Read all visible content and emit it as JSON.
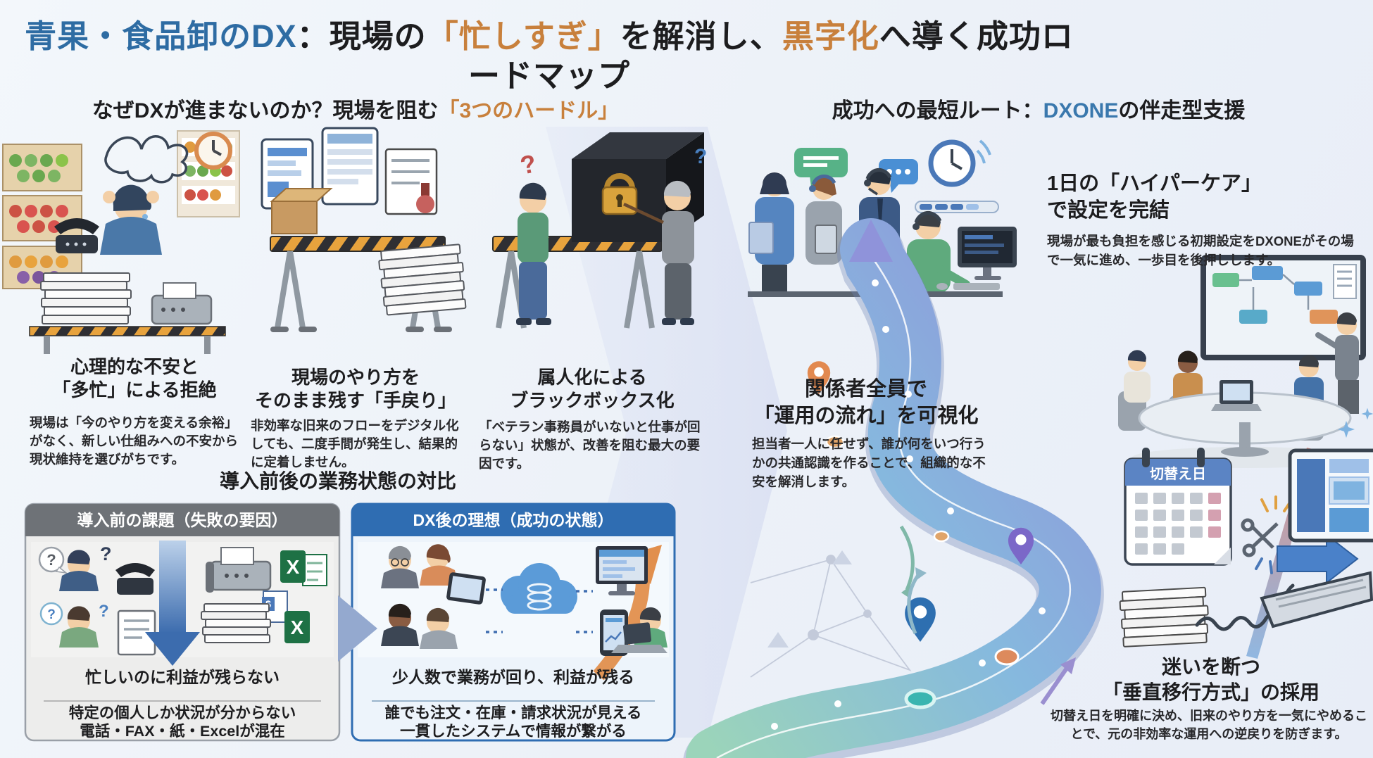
{
  "colors": {
    "title_blue": "#2e6ca3",
    "accent_orange": "#c8803c",
    "text_dark": "#1d1d1f",
    "brand_blue": "#3a78ad",
    "before_header_bg": "#6e7277",
    "after_header_bg": "#2f6db2",
    "road_teal": "#8fcdb4",
    "road_blue": "#7fa9d9",
    "road_purple": "#8f8fd8"
  },
  "title": {
    "seg1": "青果・食品卸のDX",
    "seg2": "：現場の",
    "seg3": "「忙しすぎ」",
    "seg4": "を解消し、",
    "seg5": "黒字化",
    "seg6": "へ導く成功ロードマップ"
  },
  "left_section": {
    "heading_black": "なぜDXが進まないのか？現場を阻む",
    "heading_orange": "「3つのハードル」",
    "hurdles": [
      {
        "title": "心理的な不安と\n「多忙」による拒絶",
        "body": "現場は「今のやり方を変える余裕」がなく、新しい仕組みへの不安から現状維持を選びがちです。"
      },
      {
        "title": "現場のやり方を\nそのまま残す「手戻り」",
        "body": "非効率な旧来のフローをデジタル化しても、二度手間が発生し、結果的に定着しません。"
      },
      {
        "title": "属人化による\nブラックボックス化",
        "body": "「ベテラン事務員がいないと仕事が回らない」状態が、改善を阻む最大の要因です。"
      }
    ]
  },
  "comparison": {
    "heading": "導入前後の業務状態の対比",
    "before": {
      "header": "導入前の課題（失敗の要因）",
      "line1": "忙しいのに利益が残らない",
      "line2": "特定の個人しか状況が分からない",
      "line3": "電話・FAX・紙・Excelが混在"
    },
    "after": {
      "header": "DX後の理想（成功の状態）",
      "line1": "少人数で業務が回り、利益が残る",
      "line2": "誰でも注文・在庫・請求状況が見える",
      "line3": "一貫したシステムで情報が繋がる"
    }
  },
  "right_section": {
    "heading_pre": "成功への最短ルート：",
    "heading_brand": "DXONE",
    "heading_post": "の伴走型支援",
    "steps": [
      {
        "title": "1日の「ハイパーケア」\nで設定を完結",
        "body": "現場が最も負担を感じる初期設定をDXONEがその場で一気に進め、一歩目を後押しします。"
      },
      {
        "title": "関係者全員で\n「運用の流れ」を可視化",
        "body": "担当者一人に任せず、誰が何をいつ行うかの共通認識を作ることで、組織的な不安を解消します。"
      },
      {
        "title": "迷いを断つ\n「垂直移行方式」の採用",
        "body": "切替え日を明確に決め、旧来のやり方を一気にやめることで、元の非効率な運用への逆戻りを防ぎます。"
      }
    ],
    "calendar_label": "切替え日"
  }
}
